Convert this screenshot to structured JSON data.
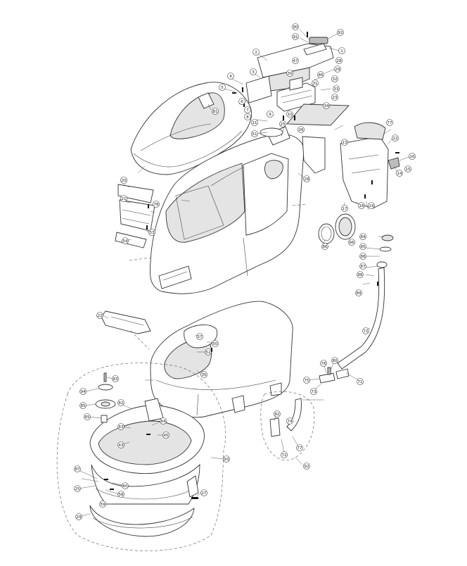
{
  "diagram": {
    "title": "Exploded parts diagram - machine body assembly",
    "callouts": [
      {
        "id": "c1",
        "label": "90"
      },
      {
        "id": "c2",
        "label": "92"
      },
      {
        "id": "c3",
        "label": "91"
      },
      {
        "id": "c4",
        "label": "1"
      },
      {
        "id": "c5",
        "label": "2"
      },
      {
        "id": "c6",
        "label": "47"
      },
      {
        "id": "c7",
        "label": "28"
      },
      {
        "id": "c8",
        "label": "29"
      },
      {
        "id": "c9",
        "label": "30"
      },
      {
        "id": "c10",
        "label": "46"
      },
      {
        "id": "c11",
        "label": "32"
      },
      {
        "id": "c12",
        "label": "33"
      },
      {
        "id": "c13",
        "label": "31"
      },
      {
        "id": "c14",
        "label": "23"
      },
      {
        "id": "c15",
        "label": "34"
      },
      {
        "id": "c16",
        "label": "4"
      },
      {
        "id": "c17",
        "label": "3"
      },
      {
        "id": "c18",
        "label": "5"
      },
      {
        "id": "c19",
        "label": "6"
      },
      {
        "id": "c20",
        "label": "7"
      },
      {
        "id": "c21",
        "label": "8"
      },
      {
        "id": "c22",
        "label": "81"
      },
      {
        "id": "c23",
        "label": "9"
      },
      {
        "id": "c24",
        "label": "10"
      },
      {
        "id": "c25",
        "label": "11"
      },
      {
        "id": "c26",
        "label": "25"
      },
      {
        "id": "c27",
        "label": "51"
      },
      {
        "id": "c28",
        "label": "26"
      },
      {
        "id": "c29",
        "label": "77"
      },
      {
        "id": "c30",
        "label": "12"
      },
      {
        "id": "c31",
        "label": "13"
      },
      {
        "id": "c32",
        "label": "14"
      },
      {
        "id": "c33",
        "label": "15"
      },
      {
        "id": "c34",
        "label": "16"
      },
      {
        "id": "c35",
        "label": "17"
      },
      {
        "id": "c36",
        "label": "18"
      },
      {
        "id": "c37",
        "label": "19"
      },
      {
        "id": "c38",
        "label": "20"
      },
      {
        "id": "c39",
        "label": "21"
      },
      {
        "id": "c40",
        "label": "78"
      },
      {
        "id": "c41",
        "label": "53"
      },
      {
        "id": "c42",
        "label": "54"
      },
      {
        "id": "c43",
        "label": "28"
      },
      {
        "id": "c44",
        "label": "86"
      },
      {
        "id": "c45",
        "label": "66"
      },
      {
        "id": "c46",
        "label": "84"
      },
      {
        "id": "c47",
        "label": "85"
      },
      {
        "id": "c48",
        "label": "88"
      },
      {
        "id": "c49",
        "label": "87"
      },
      {
        "id": "c50",
        "label": "88"
      },
      {
        "id": "c51",
        "label": "89"
      },
      {
        "id": "c52",
        "label": "72"
      },
      {
        "id": "c53",
        "label": "22"
      },
      {
        "id": "c54",
        "label": "57"
      },
      {
        "id": "c55",
        "label": "50"
      },
      {
        "id": "c56",
        "label": "52"
      },
      {
        "id": "c57",
        "label": "35"
      },
      {
        "id": "c58",
        "label": "80"
      },
      {
        "id": "c59",
        "label": "78"
      },
      {
        "id": "c60",
        "label": "75"
      },
      {
        "id": "c61",
        "label": "73"
      },
      {
        "id": "c62",
        "label": "71"
      },
      {
        "id": "c63",
        "label": "83"
      },
      {
        "id": "c64",
        "label": "94"
      },
      {
        "id": "c65",
        "label": "85"
      },
      {
        "id": "c66",
        "label": "65"
      },
      {
        "id": "c67",
        "label": "62"
      },
      {
        "id": "c68",
        "label": "64"
      },
      {
        "id": "c69",
        "label": "43"
      },
      {
        "id": "c70",
        "label": "45"
      },
      {
        "id": "c71",
        "label": "63"
      },
      {
        "id": "c72",
        "label": "82"
      },
      {
        "id": "c73",
        "label": "74"
      },
      {
        "id": "c74",
        "label": "72"
      },
      {
        "id": "c75",
        "label": "77"
      },
      {
        "id": "c76",
        "label": "92"
      },
      {
        "id": "c77",
        "label": "87"
      },
      {
        "id": "c78",
        "label": "25"
      },
      {
        "id": "c79",
        "label": "60"
      },
      {
        "id": "c80",
        "label": "58"
      },
      {
        "id": "c81",
        "label": "59"
      },
      {
        "id": "c82",
        "label": "27"
      },
      {
        "id": "c83",
        "label": "29"
      }
    ]
  }
}
